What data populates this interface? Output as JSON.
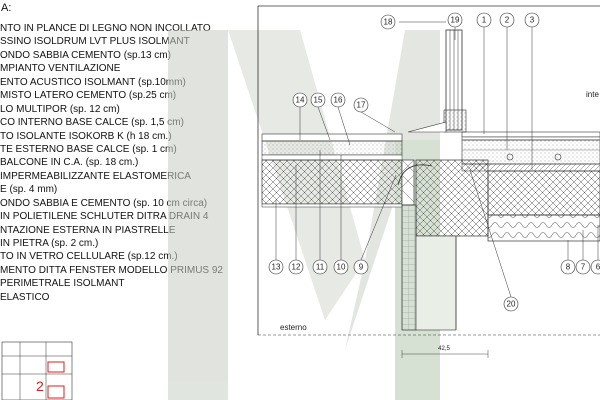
{
  "legend": {
    "title": "A:",
    "items": [
      "NTO IN PLANCE DI  LEGNO NON INCOLLATO",
      "SSINO ISOLDRUM LVT PLUS ISOLMANT",
      "ONDO SABBIA CEMENTO (sp.13 cm)",
      "MPIANTO VENTILAZIONE",
      "ENTO ACUSTICO ISOLMANT (sp.10mm)",
      "MISTO LATERO CEMENTO (sp.25 cm)",
      "LO MULTIPOR (sp. 12 cm)",
      "CO INTERNO BASE CALCE (sp. 1,5 cm)",
      "TO ISOLANTE ISOKORB K (h 18 cm.)",
      "TE ESTERNO BASE CALCE (sp. 1 cm)",
      "BALCONE IN C.A. (sp. 18 cm.)",
      "IMPERMEABILIZZANTE ELASTOMERICA",
      "E (sp. 4 mm)",
      "ONDO SABBIA E CEMENTO (sp. 10 cm circa)",
      "IN POLIETILENE SCHLUTER DITRA DRAIN 4",
      "NTAZIONE ESTERNA IN PIASTRELLE",
      "IN PIETRA (sp. 2 cm.)",
      "TO IN VETRO CELLULARE (sp.12 cm.)",
      "MENTO DITTA FENSTER MODELLO PRIMUS 92",
      "PERIMETRALE ISOLMANT",
      "ELASTICO"
    ]
  },
  "drawing": {
    "label_exterior": "esterno",
    "label_interior": "inte",
    "dimension": "42,5",
    "callouts_top": [
      "18",
      "19",
      "1",
      "2",
      "3",
      "14",
      "15",
      "16",
      "17"
    ],
    "callouts_bottom": [
      "13",
      "12",
      "11",
      "10",
      "9",
      "20",
      "8",
      "7",
      "6"
    ],
    "key_plan_mark": "2"
  },
  "colors": {
    "watermark": "#c9cfc4",
    "watermark_green": "#b6c9b0",
    "hatch": "#444444",
    "key_mark": "#d62020"
  }
}
